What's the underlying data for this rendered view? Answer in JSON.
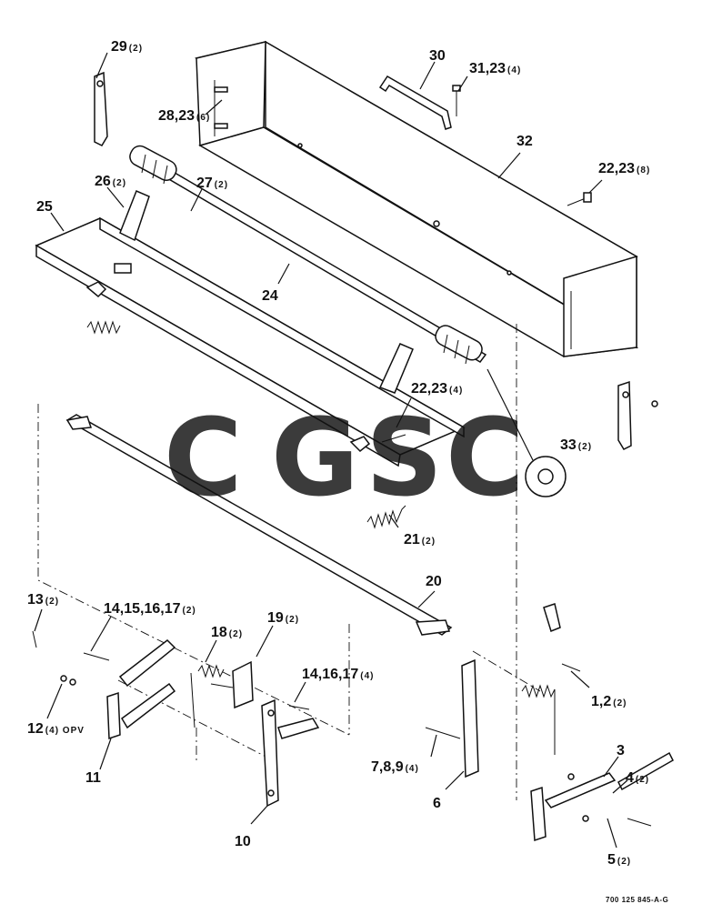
{
  "callouts": [
    {
      "id": "c29",
      "label": "29",
      "qty": "(2)"
    },
    {
      "id": "c30",
      "label": "30",
      "qty": ""
    },
    {
      "id": "c31",
      "label": "31,23",
      "qty": "(4)"
    },
    {
      "id": "c28",
      "label": "28,23",
      "qty": "(6)"
    },
    {
      "id": "c32",
      "label": "32",
      "qty": ""
    },
    {
      "id": "c22a",
      "label": "22,23",
      "qty": "(8)"
    },
    {
      "id": "c26",
      "label": "26",
      "qty": "(2)"
    },
    {
      "id": "c27",
      "label": "27",
      "qty": "(2)"
    },
    {
      "id": "c25",
      "label": "25",
      "qty": ""
    },
    {
      "id": "c24",
      "label": "24",
      "qty": ""
    },
    {
      "id": "c22b",
      "label": "22,23",
      "qty": "(4)"
    },
    {
      "id": "c33",
      "label": "33",
      "qty": "(2)"
    },
    {
      "id": "c21",
      "label": "21",
      "qty": "(2)"
    },
    {
      "id": "c20",
      "label": "20",
      "qty": ""
    },
    {
      "id": "c13",
      "label": "13",
      "qty": "(2)"
    },
    {
      "id": "c14a",
      "label": "14,15,16,17",
      "qty": "(2)"
    },
    {
      "id": "c18",
      "label": "18",
      "qty": "(2)"
    },
    {
      "id": "c19",
      "label": "19",
      "qty": "(2)"
    },
    {
      "id": "c14b",
      "label": "14,16,17",
      "qty": "(4)"
    },
    {
      "id": "c12",
      "label": "12",
      "qty": "(4) OPV"
    },
    {
      "id": "c11",
      "label": "11",
      "qty": ""
    },
    {
      "id": "c10",
      "label": "10",
      "qty": ""
    },
    {
      "id": "c1",
      "label": "1,2",
      "qty": "(2)"
    },
    {
      "id": "c3",
      "label": "3",
      "qty": ""
    },
    {
      "id": "c4",
      "label": "4",
      "qty": "(2)"
    },
    {
      "id": "c7",
      "label": "7,8,9",
      "qty": "(4)"
    },
    {
      "id": "c6",
      "label": "6",
      "qty": ""
    },
    {
      "id": "c5",
      "label": "5",
      "qty": "(2)"
    }
  ],
  "document_code": "700 125 845-A-G",
  "watermark": {
    "letters": [
      {
        "char": "C",
        "color": "#4f8ff7"
      },
      {
        "char": "G",
        "color": "#ee6b6b"
      },
      {
        "char": "S",
        "color": "#f6c945"
      },
      {
        "char": "C",
        "color": "#3aa674"
      }
    ]
  },
  "colors": {
    "ink": "#111111",
    "paper": "#ffffff"
  }
}
